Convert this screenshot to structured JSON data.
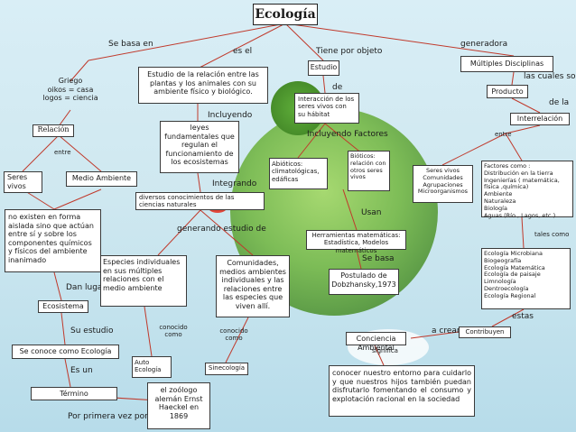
{
  "title": "Ecología",
  "labels": {
    "se_basa_en": "Se basa en",
    "es_el": "es el",
    "tiene_por_objeto": "Tiene por objeto",
    "generadora": "generadora",
    "de": "de",
    "las_cuales_son": "las cuales son",
    "de_la": "de la",
    "incluyendo": "Incluyendo",
    "incluyendo_factores": "Incluyendo Factores",
    "entre1": "entre",
    "entre2": "entre",
    "integrando": "Integrando",
    "usan": "Usan",
    "generando": "generando estudio de",
    "tales_como": "tales como",
    "se_basa": "Se basa",
    "dan_lugar": "Dan lugar a",
    "estas": "estas",
    "su_estudio": "Su estudio",
    "a_crear": "a crear",
    "conocido1": "conocido como",
    "conocido2": "conocido como",
    "significa": "significa",
    "es_un": "Es un",
    "por_primera": "Por primera vez por"
  },
  "boxes": {
    "griego": "Griego\noikos = casa\nlogos = ciencia",
    "relacion": "Relación",
    "seres_vivos": "Seres vivos",
    "medio_ambiente": "Medio Ambiente",
    "estudio_relacion": "Estudio de la relación entre las plantas y los animales con su ambiente físico y biológico.",
    "estudio": "Estudio",
    "interaccion": "Interacción de los seres vivos con su hábitat",
    "multiples": "Múltiples  Disciplinas",
    "producto": "Producto",
    "interrelacion": "Interrelación",
    "leyes": "leyes fundamentales que regulan el funcionamiento de los ecosistemas",
    "abioticos": "Abióticos:\nclimatológicas, edáficas",
    "bioticos": "Bióticos:\nrelación  con otros seres vivos",
    "seres_vivos_list": "Seres vivos\nComunidades\nAgrupaciones\nMicroorganismos",
    "factores": "Factores como :\nDistribución en la tierra\nIngenierías ( matemática, física ,química)\nAmbiente\nNaturaleza\nBiología\nAguas (Río , Lagos, etc.)",
    "diversos": "diversos conocimientos de las ciencias naturales",
    "no_existen": "no existen en forma aislada sino que actúan entre sí y sobre los componentes químicos y físicos del ambiente inanimado",
    "herramientas": "Herramientas matemáticas:\nEstadística, Modelos matemáticos",
    "especies": "Especies individuales en sus múltiples relaciones con el medio ambiente",
    "comunidades": "Comunidades, medios ambientes individuales y las relaciones entre las especies que viven allí.",
    "postulado": "Postulado de Dobzhansky,1973",
    "ecologias": "Ecología Microbiana\nBiogeografía\nEcología Matemática\nEcología de paisaje\nLimnología\nDentroecología\nEcología Regional",
    "ecosistema": "Ecosistema",
    "contribuyen": "Contribuyen",
    "conciencia": "Conciencia Ambiental",
    "se_conoce": "Se conoce como Ecología",
    "autoecologia": "Auto Ecología",
    "sinecologia": "Sinecología",
    "conocer": "conocer nuestro entorno para cuidarlo y que nuestros hijos también puedan disfrutarlo fomentando el consumo y explotación racional en la sociedad",
    "termino": "Término",
    "zoologo": "el zoólogo alemán Ernst Haeckel en 1869"
  }
}
